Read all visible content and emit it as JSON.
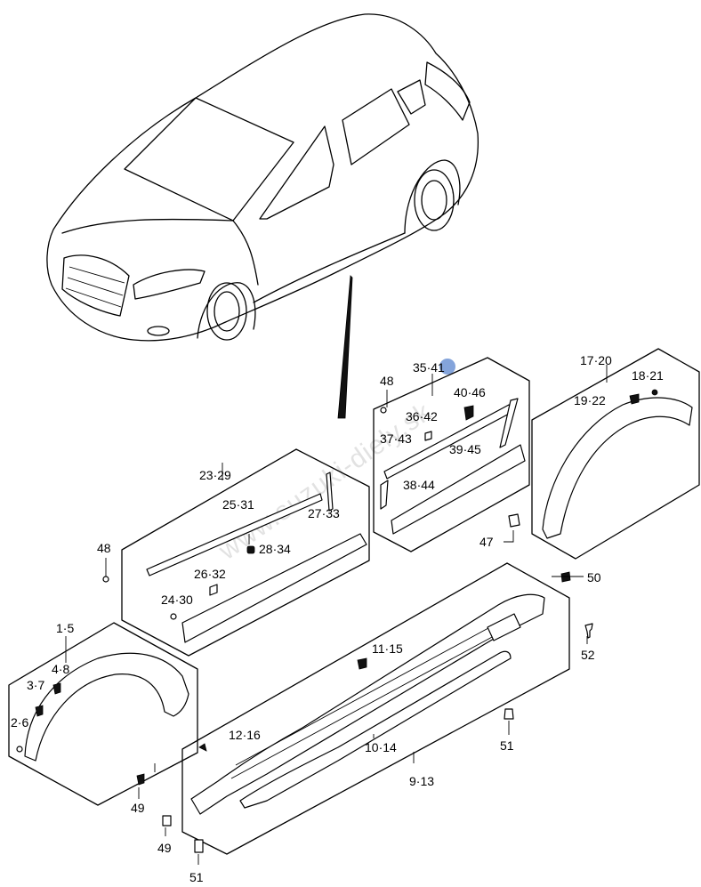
{
  "watermark": "www.suzuki-diely.sk",
  "colors": {
    "line": "#000000",
    "background": "#ffffff",
    "highlight_dot": "#5b86cf"
  },
  "labels": {
    "l_1_5": "1·5",
    "l_2_6": "2·6",
    "l_3_7": "3·7",
    "l_4_8": "4·8",
    "l_9_13": "9·13",
    "l_10_14": "10·14",
    "l_11_15": "11·15",
    "l_12_16": "12·16",
    "l_17_20": "17·20",
    "l_18_21": "18·21",
    "l_19_22": "19·22",
    "l_23_29": "23·29",
    "l_24_30": "24·30",
    "l_25_31": "25·31",
    "l_26_32": "26·32",
    "l_27_33": "27·33",
    "l_28_34": "28·34",
    "l_35_41": "35·41",
    "l_36_42": "36·42",
    "l_37_43": "37·43",
    "l_38_44": "38·44",
    "l_39_45": "39·45",
    "l_40_46": "40·46",
    "l_47": "47",
    "l_48_a": "48",
    "l_48_b": "48",
    "l_49_a": "49",
    "l_49_b": "49",
    "l_50": "50",
    "l_51_a": "51",
    "l_51_b": "51",
    "l_52": "52"
  }
}
